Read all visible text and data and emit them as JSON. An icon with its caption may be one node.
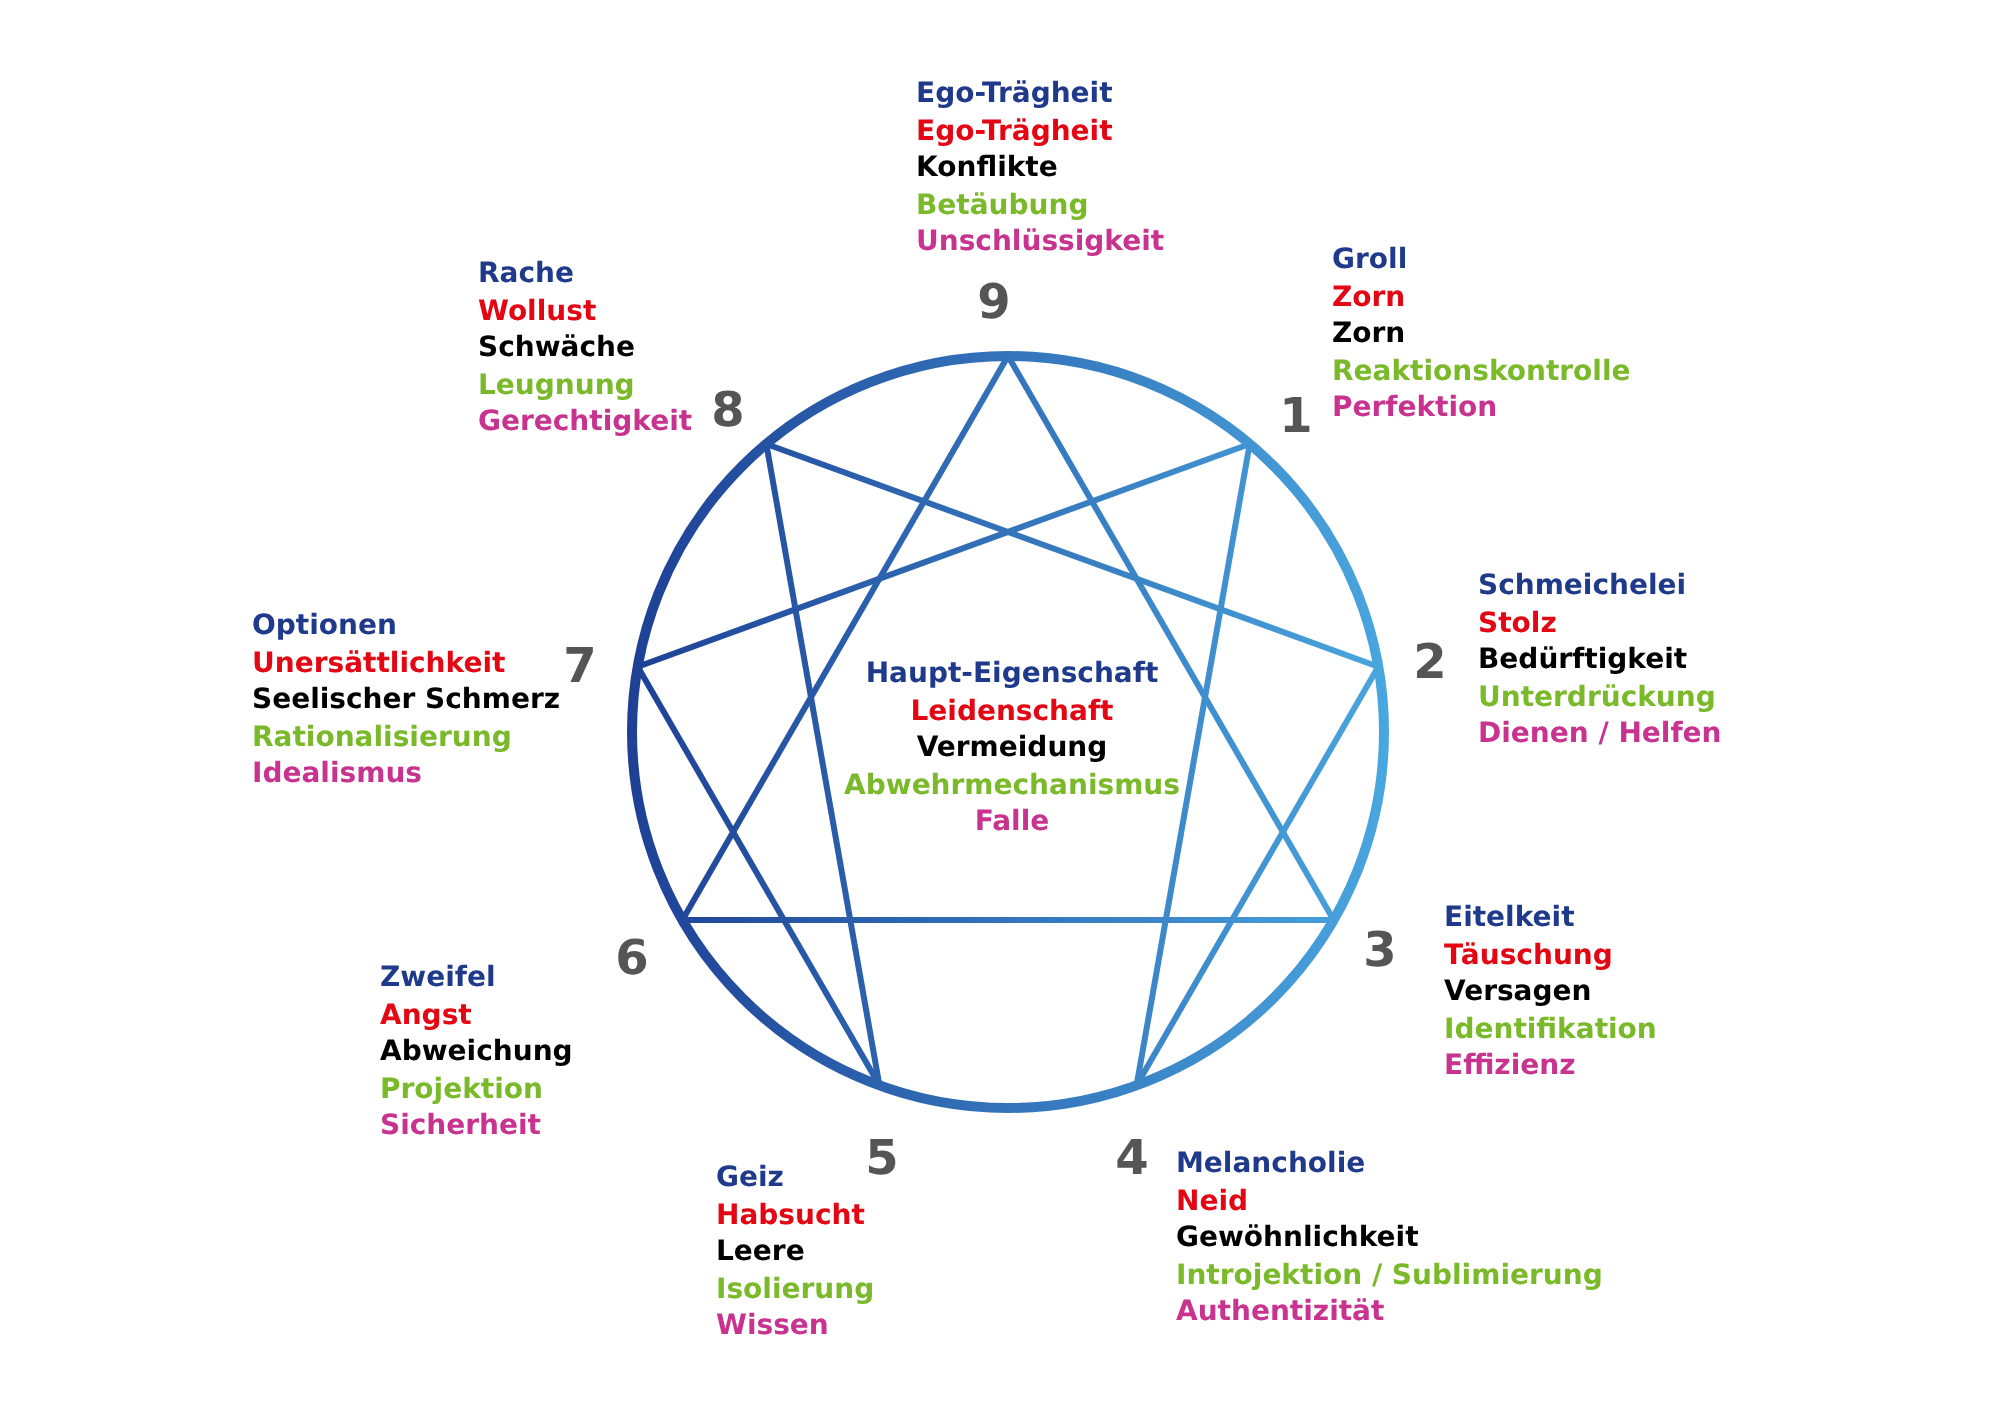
{
  "diagram": {
    "nodes": [
      {
        "text": [
          "9"
        ],
        "beside": [
          "Ego-Trägheit",
          "Ego-Trägheit",
          "Konflikte",
          "Betäubung",
          "Unschlüssigkeit"
        ]
      },
      {
        "text": [
          "1"
        ],
        "beside": [
          "Groll",
          "Zorn",
          "Zorn",
          "Reaktionskontrolle",
          "Perfektion"
        ]
      },
      {
        "text": [
          "2"
        ],
        "beside": [
          "Schmeichelei",
          "Stolz",
          "Bedürftigkeit",
          "Unterdrückung",
          "Dienen / Helfen"
        ]
      },
      {
        "text": [
          "3"
        ],
        "beside": [
          "Eitelkeit",
          "Täuschung",
          "Versagen",
          "Identifikation",
          "Effizienz"
        ]
      },
      {
        "text": [
          "4"
        ],
        "beside": [
          "Melancholie",
          "Neid",
          "Gewöhnlichkeit",
          "Introjektion / Sublimierung",
          "Authentizität"
        ]
      },
      {
        "text": [
          "5"
        ],
        "beside": [
          "Geiz",
          "Habsucht",
          "Leere",
          "Isolierung",
          "Wissen"
        ]
      },
      {
        "text": [
          "6"
        ],
        "beside": [
          "Zweifel",
          "Angst",
          "Abweichung",
          "Projektion",
          "Sicherheit"
        ]
      },
      {
        "text": [
          "7"
        ],
        "beside": [
          "Optionen",
          "Unersättlichkeit",
          "Seelischer Schmerz",
          "Rationalisierung",
          "Idealismus"
        ]
      },
      {
        "text": [
          "8"
        ],
        "beside": [
          "Rache",
          "Wollust",
          "Schwäche",
          "Leugnung",
          "Gerechtigkeit"
        ]
      }
    ],
    "edges": [
      {
        "from": 0,
        "to": 3,
        "arrow": "none"
      },
      {
        "from": 3,
        "to": 6,
        "arrow": "none"
      },
      {
        "from": 6,
        "to": 0,
        "arrow": "none"
      },
      {
        "from": 1,
        "to": 4,
        "arrow": "none"
      },
      {
        "from": 4,
        "to": 2,
        "arrow": "none"
      },
      {
        "from": 2,
        "to": 8,
        "arrow": "none"
      },
      {
        "from": 8,
        "to": 5,
        "arrow": "none"
      },
      {
        "from": 5,
        "to": 7,
        "arrow": "none"
      },
      {
        "from": 7,
        "to": 1,
        "arrow": "none"
      }
    ],
    "labels": [
      "Haupt-Eigenschaft",
      "Leidenschaft",
      "Vermeidung",
      "Abwehrmechanismus",
      "Falle"
    ]
  }
}
